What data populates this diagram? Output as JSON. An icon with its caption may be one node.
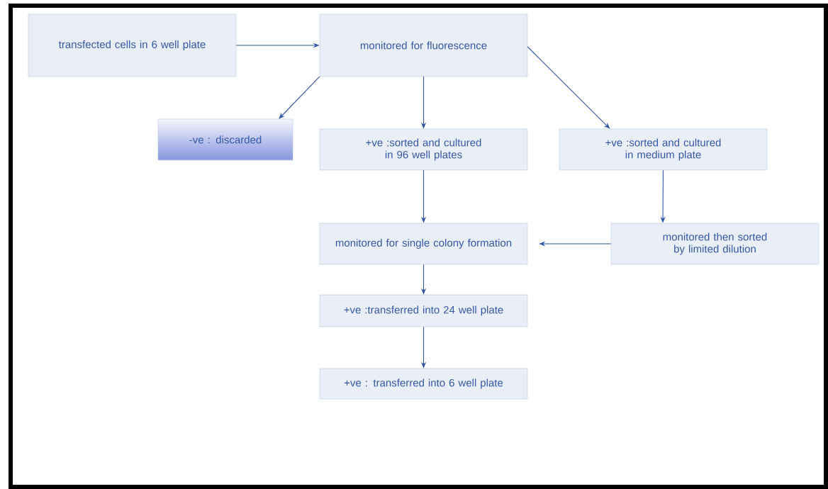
{
  "diagram": {
    "nodes": [
      {
        "text": [
          "transfected cells in 6 well plate"
        ]
      },
      {
        "text": [
          "monitored for fluorescence"
        ]
      },
      {
        "text": [
          "-ve : discarded"
        ]
      },
      {
        "text": [
          "+ve :sorted and cultured in 96 well plates"
        ]
      },
      {
        "text": [
          "+ve :sorted and cultured in medium plate"
        ]
      },
      {
        "text": [
          "monitored for single colony formation"
        ]
      },
      {
        "text": [
          "monitored then sorted by limited dilution"
        ]
      },
      {
        "text": [
          "+ve :transferred into 24 well plate"
        ]
      },
      {
        "text": [
          "+ve : transferred into 6 well plate"
        ]
      }
    ],
    "edges": [
      {
        "from": 0,
        "to": 1,
        "arrow": "to"
      },
      {
        "from": 1,
        "to": 2,
        "arrow": "to"
      },
      {
        "from": 1,
        "to": 3,
        "arrow": "to"
      },
      {
        "from": 1,
        "to": 4,
        "arrow": "to"
      },
      {
        "from": 3,
        "to": 5,
        "arrow": "to"
      },
      {
        "from": 4,
        "to": 6,
        "arrow": "to"
      },
      {
        "from": 6,
        "to": 5,
        "arrow": "to"
      },
      {
        "from": 5,
        "to": 7,
        "arrow": "to"
      },
      {
        "from": 7,
        "to": 8,
        "arrow": "to"
      }
    ]
  }
}
